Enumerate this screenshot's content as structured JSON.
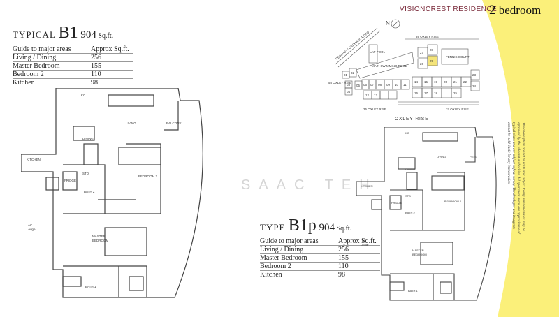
{
  "header": {
    "brand": "VISIONCREST RESIDENCE",
    "bedroom_num": "2",
    "bedroom_word": " bedroom"
  },
  "disclaimer": "The above plans are not to scale and subject to any amendments as may be approved by the relevant authorities. All apartment areas are approximate of typical plans and are subject to final survey. The developer and its agents cannot be held liable for any inaccuracies.",
  "watermark": "SAAC TEH",
  "type_b1": {
    "prefix": "TYPICAL ",
    "code": "B1",
    "size": " 904",
    "unit": " Sq.ft.",
    "header_left": "Guide to major areas",
    "header_right": "Approx Sq.ft.",
    "rows": [
      {
        "name": "Living / Dining",
        "value": "256"
      },
      {
        "name": "Master Bedroom",
        "value": "155"
      },
      {
        "name": "Bedroom 2",
        "value": "110"
      },
      {
        "name": "Kitchen",
        "value": "98"
      }
    ]
  },
  "type_b1p": {
    "prefix": "TYPE ",
    "code": "B1p",
    "size": " 904",
    "unit": " Sq.ft.",
    "header_left": "Guide to major areas",
    "header_right": "Approx Sq.ft.",
    "rows": [
      {
        "name": "Living / Dining",
        "value": "256"
      },
      {
        "name": "Master Bedroom",
        "value": "155"
      },
      {
        "name": "Bedroom 2",
        "value": "110"
      },
      {
        "name": "Kitchen",
        "value": "98"
      }
    ]
  },
  "site_plan": {
    "roads": {
      "orchard": "PEIRANG / ORCHARD ROAD",
      "oxley_rise_39": "39 OXLEY RISE",
      "oxley_rise_35": "35 OXLEY RISE",
      "oxley_rise_37": "37 OXLEY RISE",
      "oxley_rise": "OXLEY RISE",
      "oxley_rise_55": "55 OXLEY RISE"
    },
    "pool": "MAIN SWIMMING POOL",
    "lap_pool": "LAP POOL",
    "tennis": "TENNIS COURT",
    "north": "N",
    "unit_numbers": [
      "01",
      "02",
      "03",
      "04",
      "05",
      "06",
      "07",
      "08",
      "09",
      "10",
      "11",
      "12",
      "13",
      "14",
      "15",
      "16",
      "17",
      "18",
      "19",
      "20",
      "21",
      "22",
      "23",
      "24",
      "25",
      "26",
      "27",
      "28",
      "29"
    ],
    "highlight": "29"
  },
  "plan_b1": {
    "kc": "KC",
    "living": "LIVING",
    "dining": "DINING",
    "balcony": "BALCONY",
    "kitchen": "KITCHEN",
    "bedroom2": "BEDROOM 2",
    "bath2": "BATH 2",
    "fridge": "FRIDGE",
    "study": "STD",
    "master": "MASTER",
    "bedroom": "BEDROOM",
    "ac": "AC",
    "ledge": "Ledge",
    "bath1": "BATH 1"
  },
  "plan_b1p": {
    "kc": "KC",
    "living": "LIVING",
    "dining": "DINING",
    "pes": "P.E.S",
    "kitchen": "KITCHEN",
    "bedroom2": "BEDROOM 2",
    "bath2": "BATH 2",
    "fridge": "FRIDGE",
    "study": "STD",
    "master": "MASTER",
    "bedroom": "BEDROOM",
    "ac": "AC",
    "ledge": "Ledge",
    "bath1": "BATH 1"
  },
  "colors": {
    "accent_yellow": "#fbf07a",
    "brand": "#7a2a3a",
    "highlight_unit": "#f4e47a"
  }
}
